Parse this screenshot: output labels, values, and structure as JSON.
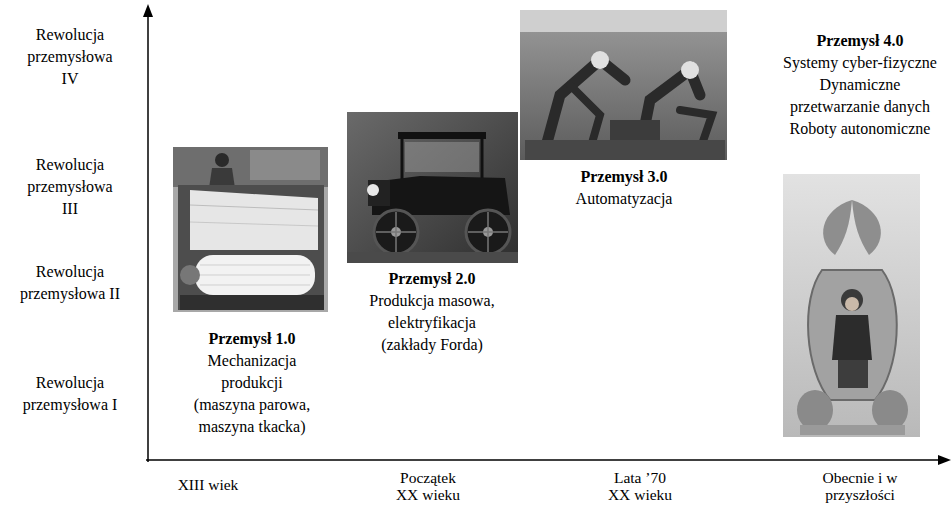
{
  "diagram": {
    "labels": [
      "Rewolucja przemysłowa IV",
      "Rewolucja przemysłowa III",
      "Rewolucja przemysłowa II",
      "Rewolucja przemysłowa I",
      "Przemysł 4.0",
      "Systemy cyber-fizyczne",
      "Dynamiczne przetwarzanie danych",
      "Roboty autonomiczne",
      "Przemysł 3.0",
      "Automatyzacja",
      "Przemysł 2.0",
      "Produkcja masowa, elektryfikacja (zakłady Forda)",
      "Przemysł 1.0",
      "Mechanizacja produkcji (maszyna parowa, maszyna tkacka)",
      "XIII wiek",
      "Początek XX wieku",
      "Lata ’70 XX wieku",
      "Obecnie i w przyszłości"
    ]
  }
}
